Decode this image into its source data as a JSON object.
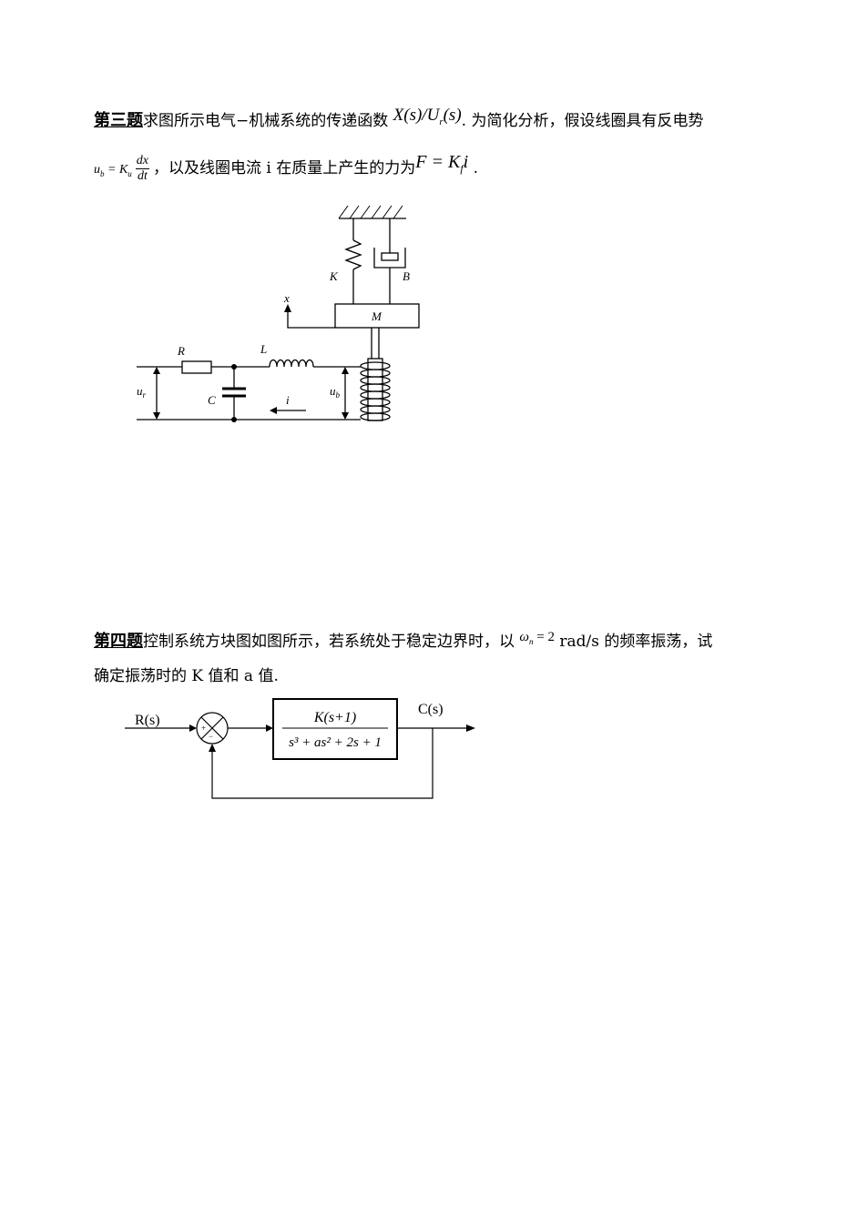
{
  "q3": {
    "label": "第三题",
    "text1": "求图所示电气−机械系统的传递函数",
    "math1": "X(s)/U",
    "math1_sub": "r",
    "math1_end": "(s)",
    "text2": ". 为简化分析，假设线圈具有反电势",
    "ub_lhs": "u",
    "ub_sub": "b",
    "ub_eq": " = K",
    "ku_sub": "u",
    "dx_num": "dx",
    "dx_den": "dt",
    "text3": "，以及线圈电流 i 在质量上产生的力为",
    "force_lhs": "F = K",
    "force_sub": "f",
    "force_i": "i",
    "text4": " .",
    "figure": {
      "K": "K",
      "B": "B",
      "M": "M",
      "x": "x",
      "R": "R",
      "L": "L",
      "C": "C",
      "i": "i",
      "ur": "u",
      "ur_sub": "r",
      "ub": "u",
      "ub_sub": "b"
    }
  },
  "q4": {
    "label": "第四题",
    "text1": "控制系统方块图如图所示，若系统处于稳定边界时，以",
    "omega": "ω",
    "omega_sub": "n",
    "omega_val": " = 2",
    "unit": " rad/s 的频率振荡，试",
    "line2": "确定振荡时的 K 值和 a 值.",
    "diagram": {
      "input": "R(s)",
      "output": "C(s)",
      "numerator": "K(s+1)",
      "denominator": "s³ + as² + 2s + 1",
      "plus": "+",
      "minus": "−"
    }
  }
}
